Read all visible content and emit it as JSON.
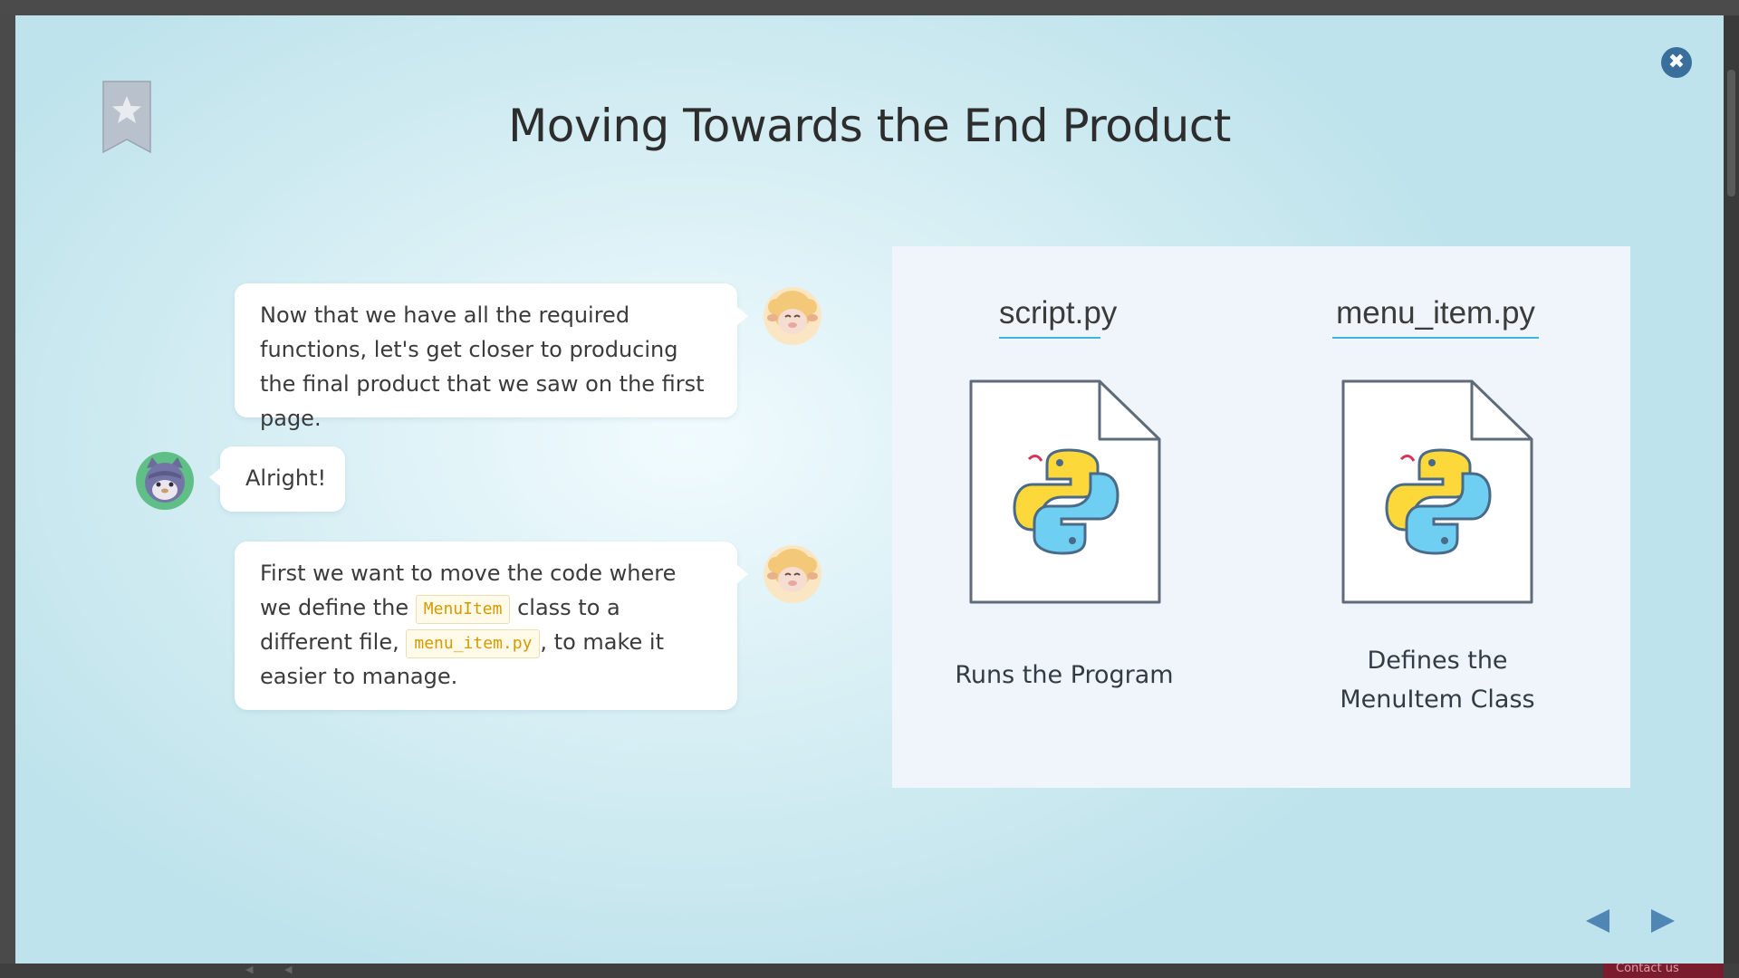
{
  "lesson": {
    "title": "Moving Towards the End Product",
    "close_label": "✖"
  },
  "chat": {
    "messages": [
      {
        "speaker": "sheep",
        "text": "Now that we have all the required functions, let's get closer to producing the final product that we saw on the first page."
      },
      {
        "speaker": "cat",
        "text": "Alright!"
      },
      {
        "speaker": "sheep",
        "parts": {
          "p1": "First we want to move the code where we define the ",
          "code1": "MenuItem",
          "p2": " class to a different file, ",
          "code2": "menu_item.py",
          "p3": ", to make it easier to manage."
        }
      }
    ]
  },
  "panel": {
    "files": [
      {
        "name": "script.py",
        "caption": "Runs the Program",
        "icon": "python-file-icon"
      },
      {
        "name": "menu_item.py",
        "caption_line1": "Defines the",
        "caption_line2": "MenuItem Class",
        "icon": "python-file-icon"
      }
    ]
  },
  "background": {
    "contact_label": "Contact us"
  },
  "colors": {
    "accent_blue": "#3db4e6",
    "close_button": "#3a6f9c",
    "code_text": "#d49a00",
    "nav_arrow": "#4f86b3"
  }
}
